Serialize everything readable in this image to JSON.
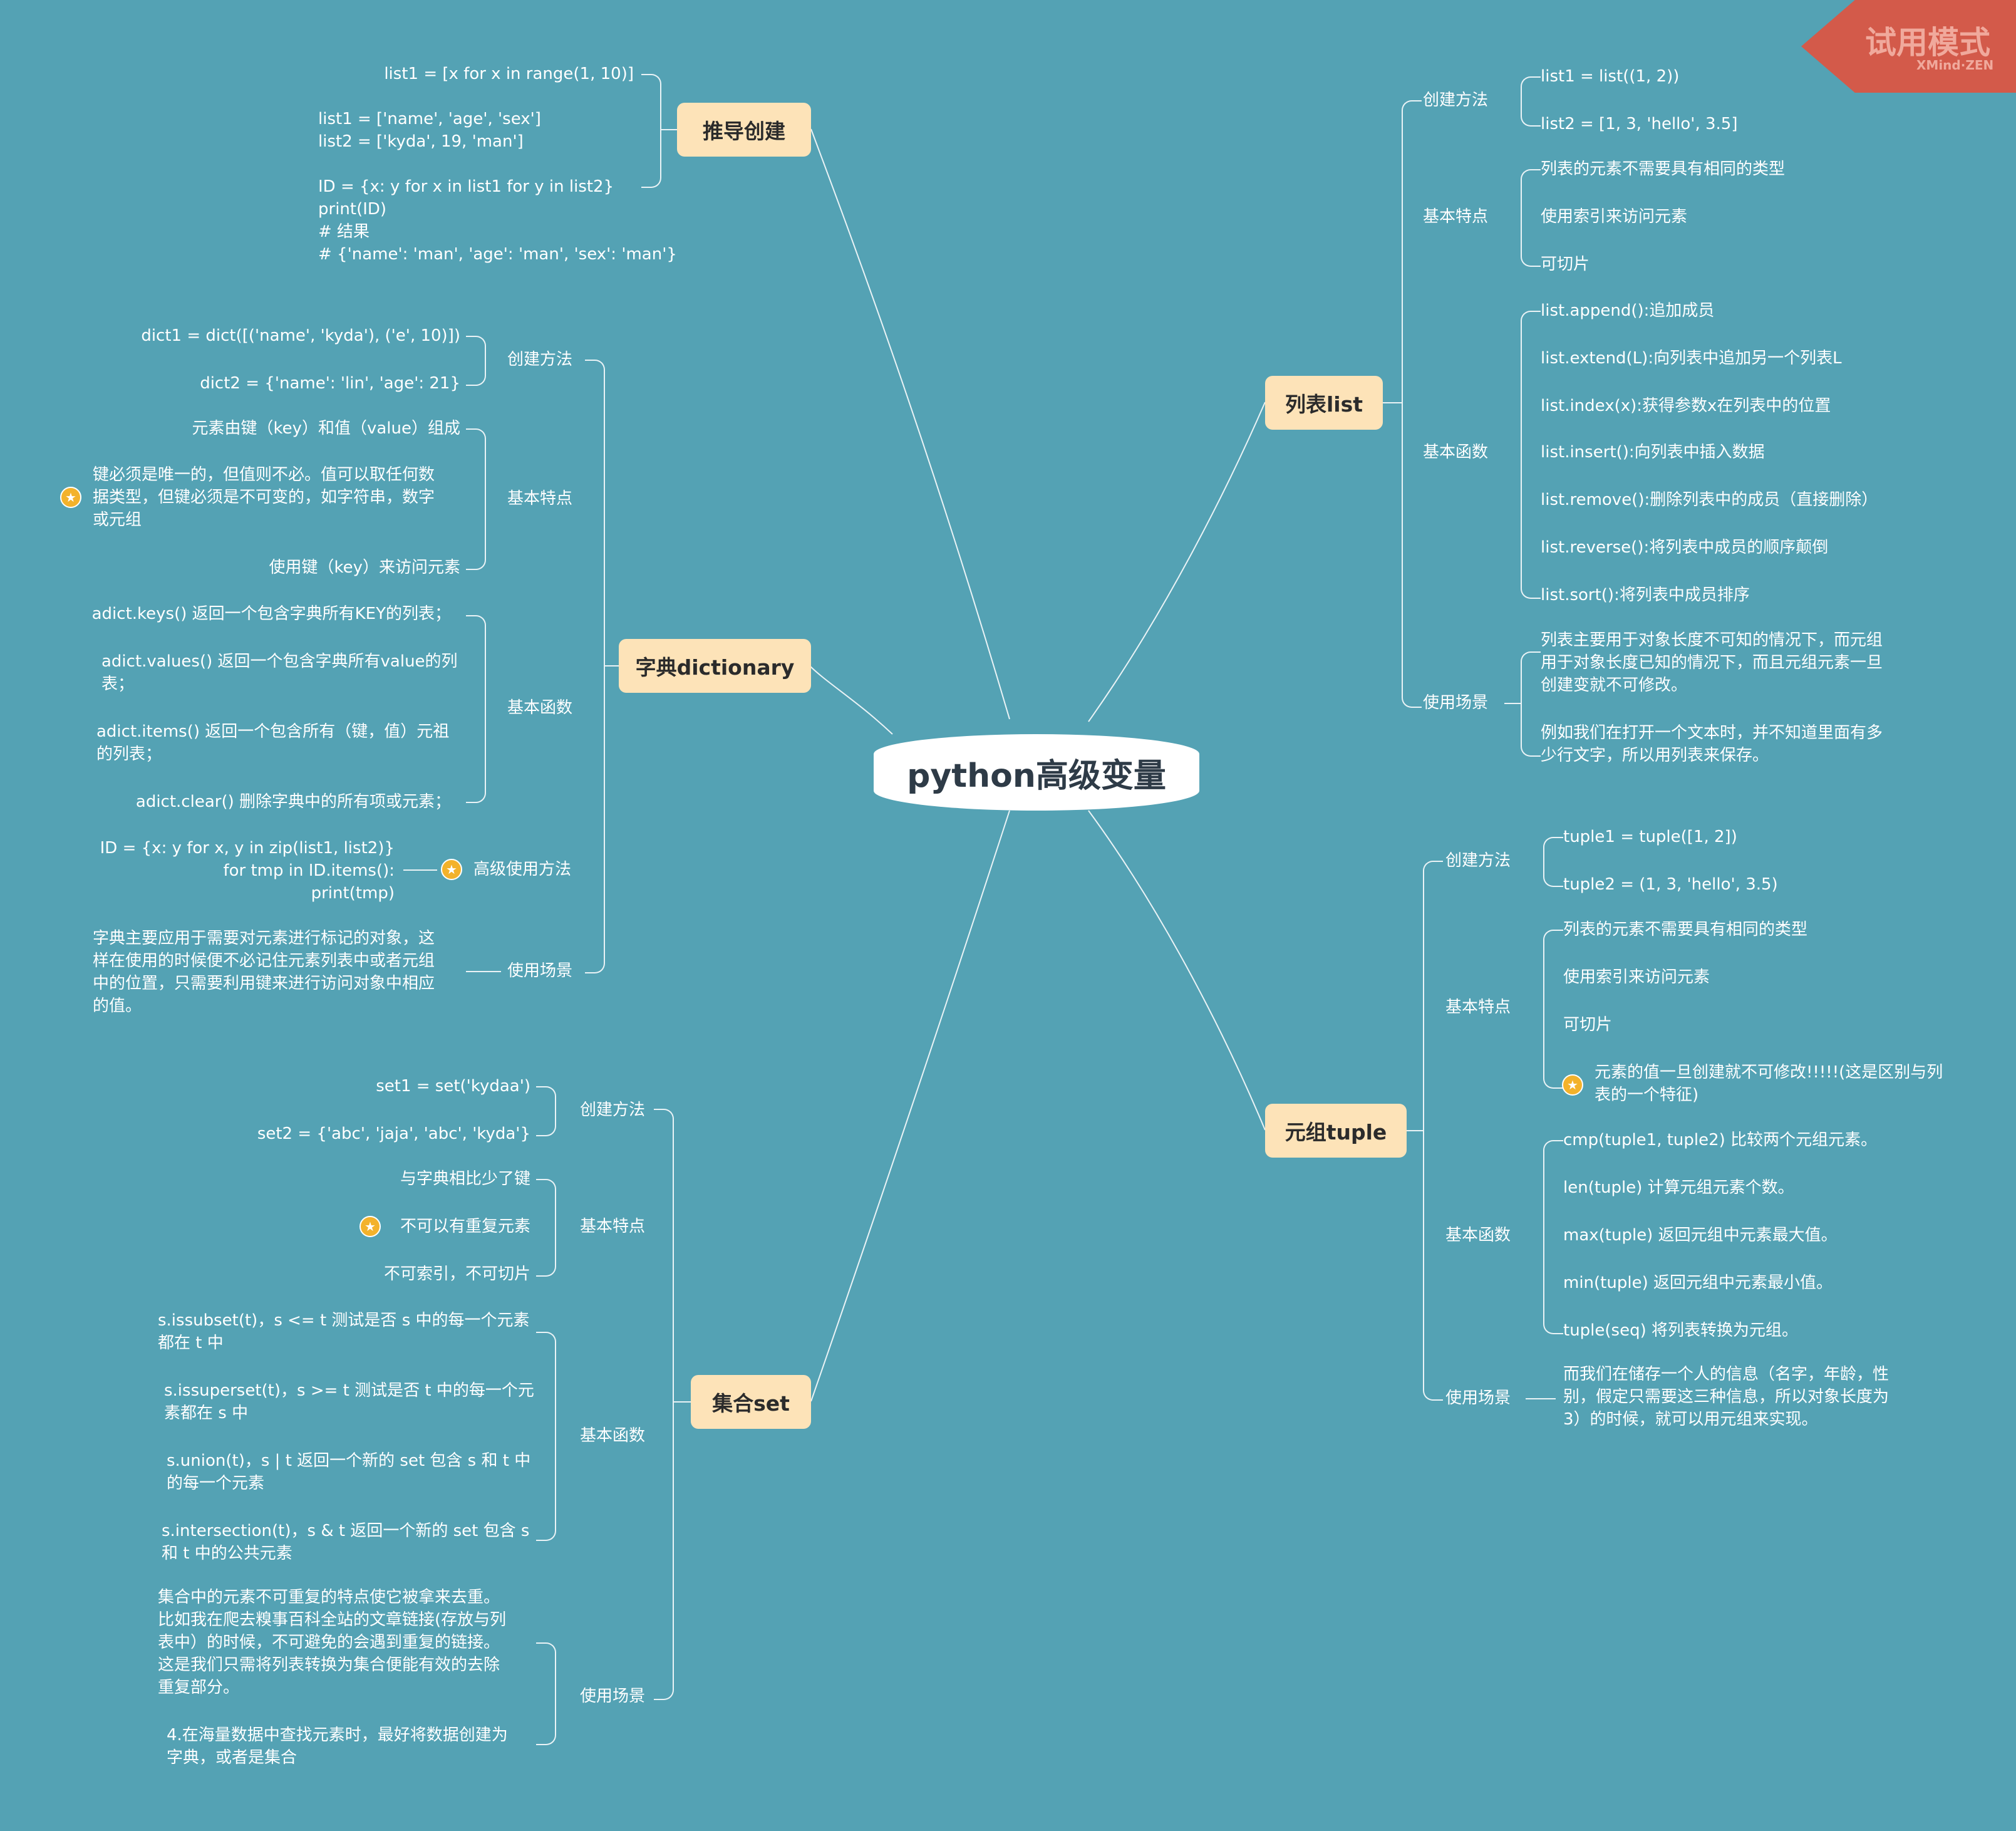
{
  "central": "python高级变量",
  "badge": {
    "main": "试用模式",
    "sub": "XMind·ZEN"
  },
  "topics": {
    "derive": "推导创建",
    "dict": "字典dictionary",
    "set": "集合set",
    "list": "列表list",
    "tuple": "元组tuple"
  },
  "derive": {
    "line1": "list1 = [x for x in range(1, 10)]",
    "line2": "list1 = ['name', 'age', 'sex']\nlist2 = ['kyda', 19, 'man']\n\nID = {x: y for x in list1 for y in list2}\nprint(ID)\n# 结果\n# {'name': 'man', 'age': 'man', 'sex': 'man'}"
  },
  "dict": {
    "create": {
      "label": "创建方法",
      "items": [
        "dict1 = dict([('name', 'kyda'), ('e', 10)])",
        "dict2 = {'name': 'lin', 'age': 21}"
      ]
    },
    "features": {
      "label": "基本特点",
      "items": [
        "元素由键（key）和值（value）组成",
        "键必须是唯一的，但值则不必。值可以取任何数\n据类型，但键必须是不可变的，如字符串，数字\n或元组",
        "使用键（key）来访问元素"
      ]
    },
    "funcs": {
      "label": "基本函数",
      "items": [
        "adict.keys() 返回一个包含字典所有KEY的列表；",
        "adict.values() 返回一个包含字典所有value的列\n表；",
        "adict.items() 返回一个包含所有（键，值）元祖\n的列表；",
        "adict.clear() 删除字典中的所有项或元素；"
      ]
    },
    "advanced": {
      "label": "高级使用方法",
      "code": "ID = {x: y for x, y in zip(list1, list2)}\nfor tmp in ID.items():\nprint(tmp)"
    },
    "usage": {
      "label": "使用场景",
      "text": "字典主要应用于需要对元素进行标记的对象，这\n样在使用的时候便不必记住元素列表中或者元组\n中的位置，只需要利用键来进行访问对象中相应\n的值。"
    }
  },
  "set": {
    "create": {
      "label": "创建方法",
      "items": [
        "set1 = set('kydaa')",
        "set2 = {'abc', 'jaja', 'abc', 'kyda'}"
      ]
    },
    "features": {
      "label": "基本特点",
      "items": [
        "与字典相比少了键",
        "不可以有重复元素",
        "不可索引，不可切片"
      ]
    },
    "funcs": {
      "label": "基本函数",
      "items": [
        "s.issubset(t)，s <= t 测试是否 s 中的每一个元素\n都在 t 中",
        "s.issuperset(t)，s >= t 测试是否 t 中的每一个元\n素都在 s 中",
        "s.union(t)，s | t 返回一个新的 set 包含 s 和 t 中\n的每一个元素",
        "s.intersection(t)，s & t 返回一个新的 set 包含 s\n和 t 中的公共元素"
      ]
    },
    "usage": {
      "label": "使用场景",
      "items": [
        "集合中的元素不可重复的特点使它被拿来去重。\n比如我在爬去糗事百科全站的文章链接(存放与列\n表中）的时候，不可避免的会遇到重复的链接。\n这是我们只需将列表转换为集合便能有效的去除\n重复部分。",
        "4.在海量数据中查找元素时，最好将数据创建为\n字典，或者是集合"
      ]
    }
  },
  "list": {
    "create": {
      "label": "创建方法",
      "items": [
        "list1 = list((1, 2))",
        "list2 = [1, 3, 'hello', 3.5]"
      ]
    },
    "features": {
      "label": "基本特点",
      "items": [
        "列表的元素不需要具有相同的类型",
        "使用索引来访问元素",
        "可切片"
      ]
    },
    "funcs": {
      "label": "基本函数",
      "items": [
        "list.append():追加成员",
        "list.extend(L):向列表中追加另一个列表L",
        "list.index(x):获得参数x在列表中的位置",
        "list.insert():向列表中插入数据",
        "list.remove():删除列表中的成员（直接删除）",
        "list.reverse():将列表中成员的顺序颠倒",
        "list.sort():将列表中成员排序"
      ]
    },
    "usage": {
      "label": "使用场景",
      "items": [
        "列表主要用于对象长度不可知的情况下，而元组\n用于对象长度已知的情况下，而且元组元素一旦\n创建变就不可修改。",
        "例如我们在打开一个文本时，并不知道里面有多\n少行文字，所以用列表来保存。"
      ]
    }
  },
  "tuple": {
    "create": {
      "label": "创建方法",
      "items": [
        "tuple1 = tuple([1, 2])",
        "tuple2 = (1, 3, 'hello', 3.5)"
      ]
    },
    "features": {
      "label": "基本特点",
      "items": [
        "列表的元素不需要具有相同的类型",
        "使用索引来访问元素",
        "可切片",
        "元素的值一旦创建就不可修改!!!!!(这是区别与列\n表的一个特征)"
      ]
    },
    "funcs": {
      "label": "基本函数",
      "items": [
        "cmp(tuple1, tuple2) 比较两个元组元素。",
        "len(tuple) 计算元组元素个数。",
        "max(tuple) 返回元组中元素最大值。",
        "min(tuple) 返回元组中元素最小值。",
        "tuple(seq) 将列表转换为元组。"
      ]
    },
    "usage": {
      "label": "使用场景",
      "text": "而我们在储存一个人的信息（名字，年龄，性\n别，假定只需要这三种信息，所以对象长度为\n3）的时候，就可以用元组来实现。"
    }
  }
}
